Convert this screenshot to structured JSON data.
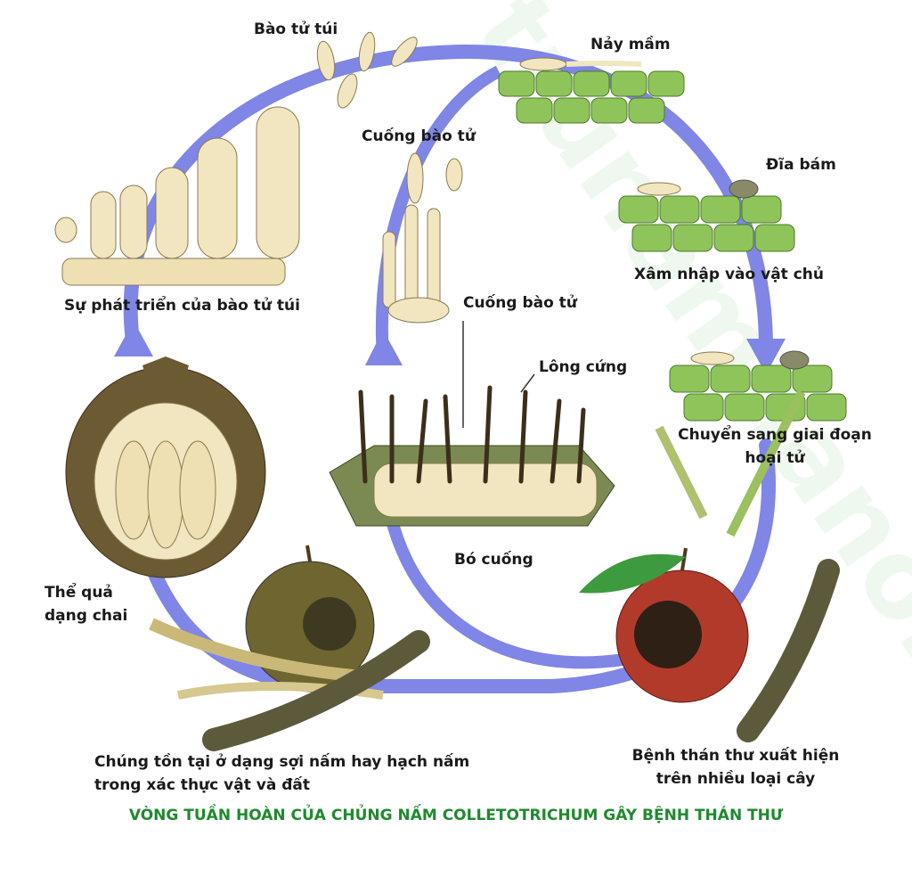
{
  "labels": {
    "ascospores": "Bào tử túi",
    "germination": "Nảy mầm",
    "appressorium": "Đĩa bám",
    "penetration": "Xâm nhập vào vật chủ",
    "necrotrophic_line1": "Chuyển sang giai đoạn",
    "necrotrophic_line2": "hoại tử",
    "disease_line1": "Bệnh thán thư xuất hiện",
    "disease_line2": "trên nhiều loại cây",
    "survival_line1": "Chúng tồn tại ở dạng sợi nấm hay hạch nấm",
    "survival_line2": "trong xác thực vật và đất",
    "perithecium_line1": "Thể quả",
    "perithecium_line2": "dạng chai",
    "ascus_development": "Sự phát triển của bào tử túi",
    "conidiophore_upper": "Cuống bào tử",
    "conidiophore_lower": "Cuống bào tử",
    "setae": "Lông cứng",
    "acervulus": "Bó cuống"
  },
  "caption": "VÒNG TUẦN HOÀN CỦA CHỦNG NẤM COLLETOTRICHUM GÂY BỆNH THÁN THƯ",
  "watermark": "trunamnano.com",
  "colors": {
    "cycle_arrow": "#7f86e6",
    "caption": "#1f8a2e",
    "plant_cell": "#8fc45a",
    "spore": "#f2e6c0",
    "fruit": "#b23a2a"
  }
}
